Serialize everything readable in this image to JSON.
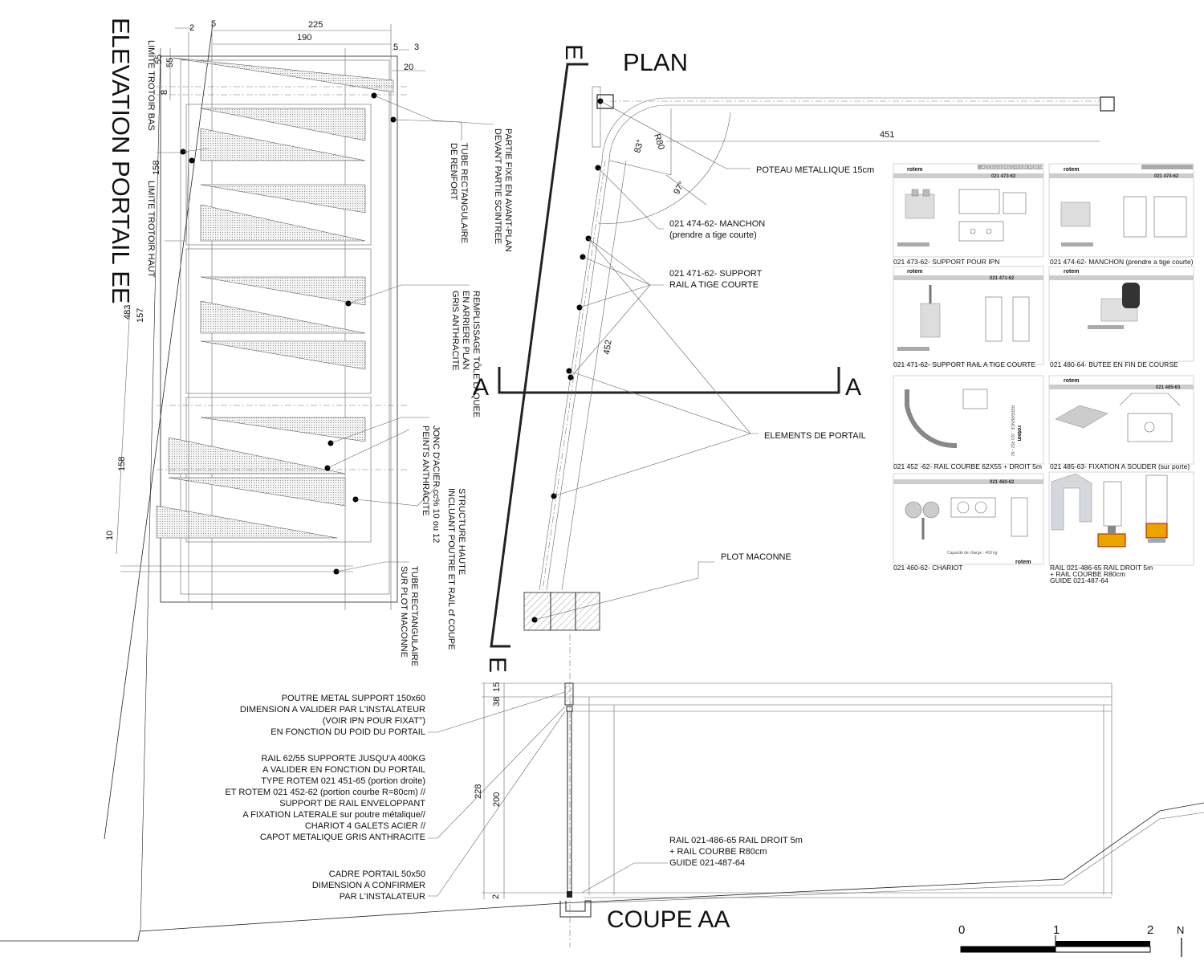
{
  "elevation": {
    "title": "ELEVATION PORTAIL EE",
    "limit_low": "LIMITE TROTOIR BAS",
    "limit_high": "LIMITE TROTOIR HAUT",
    "dims": {
      "d225": "225",
      "d190": "190",
      "d2": "2",
      "d5a": "5",
      "d5b": "5",
      "d3": "3",
      "d20": "20",
      "d55a": "55",
      "d55b": "55",
      "d8": "8",
      "d158a": "158",
      "d483": "483",
      "d157": "157",
      "d158b": "158",
      "d10": "10"
    },
    "callouts": {
      "partie_fixe": [
        "PARTIE FIXE EN AVANT-PLAN",
        "DEVANT PARTIE SCINTREE"
      ],
      "tube_renfort": [
        "TUBE RECTANGULAIRE",
        "DE RENFORT"
      ],
      "remplissage": [
        "REMPLISSAGE TÔLE LAQUEE",
        "EN ARRIERE PLAN",
        "GRIS ANTHRACITE"
      ],
      "jonc": [
        "JONC D'ACIER cc% 10 ou 12",
        "PEINTS ANTHRACITE"
      ],
      "structure": [
        "STRUCTURE HAUTE",
        "INCLUANT POUTRE ET RAIL cf COUPE"
      ],
      "tube_plot": [
        "TUBE RECTANGULAIRE",
        "SUR PLOT MACONNE"
      ]
    }
  },
  "plan": {
    "title": "PLAN",
    "cut_e": "E",
    "cut_a": "A",
    "dims": {
      "d451": "451",
      "d452": "452",
      "r80": "R80",
      "a83": "83°",
      "a97": "97°"
    },
    "callouts": {
      "poteau": "POTEAU METALLIQUE 15cm",
      "manchon": [
        "021 474-62- MANCHON",
        "(prendre a tige courte)"
      ],
      "support": [
        "021 471-62- SUPPORT",
        "RAIL A TIGE COURTE"
      ],
      "elements": "ELEMENTS DE PORTAIL",
      "plot": "PLOT MACONNE"
    }
  },
  "catalog": {
    "brand": "rotem",
    "header_text": "ACCESSOIRES POUR PORTAILS",
    "cards": [
      {
        "code": "021 473-62",
        "caption": "021 473-62- SUPPORT POUR IPN"
      },
      {
        "code": "021 474-62",
        "caption": "021 474-62- MANCHON (prendre a tige courte)"
      },
      {
        "code": "021 471-62",
        "caption": "021 471-62- SUPPORT RAIL A TIGE COURTE"
      },
      {
        "code": "",
        "caption": "021 480-64- BUTEE EN FIN DE COURSE"
      },
      {
        "code": "",
        "caption": "021 452 -62- RAIL COURBE 62X55 + DROIT 5m"
      },
      {
        "code": "021 485-63",
        "caption": "021 485-63- FIXATION A SOUDER (sur porte)"
      },
      {
        "code": "021 460-62",
        "caption": "021 460-62- CHARIOT"
      },
      {
        "code": "",
        "caption": [
          "RAIL 021-486-65 RAIL DROIT 5m",
          "+ RAIL COURBE R80cm",
          "GUIDE 021-487-64"
        ]
      }
    ],
    "capacity_note": "Capacité de charge : 400 kg",
    "ref_side": "RÉFÉRENCE : 021 452 - 62"
  },
  "section": {
    "title": "COUPE AA",
    "dims": {
      "d38": "38",
      "d15": "15",
      "d228": "228",
      "d200": "200",
      "d2": "2"
    },
    "callouts": {
      "poutre": [
        "POUTRE METAL SUPPORT 150x60",
        "DIMENSION A VALIDER PAR L'INSTALATEUR",
        "(VOIR IPN POUR FIXAT°)",
        "EN FONCTION DU POID DU PORTAIL"
      ],
      "rail": [
        "RAIL 62/55 SUPPORTE  JUSQU'A 400KG",
        "A VALIDER EN FONCTION DU PORTAIL",
        "TYPE ROTEM 021 451-65 (portion droite)",
        "ET ROTEM 021 452-62 (portion courbe R=80cm) //",
        "SUPPORT DE RAIL ENVELOPPANT",
        "A FIXATION LATERALE sur poutre métalique//",
        "CHARIOT 4 GALETS ACIER //",
        "CAPOT METALIQUE GRIS ANTHRACITE"
      ],
      "rail_guide": [
        "RAIL 021-486-65 RAIL DROIT 5m",
        "+ RAIL COURBE R80cm",
        "GUIDE 021-487-64"
      ],
      "cadre": [
        "CADRE PORTAIL 50x50",
        "DIMENSION A CONFIRMER",
        "PAR L'INSTALATEUR"
      ]
    }
  },
  "scale": {
    "t0": "0",
    "t1": "1",
    "t2": "2",
    "north": "N"
  }
}
